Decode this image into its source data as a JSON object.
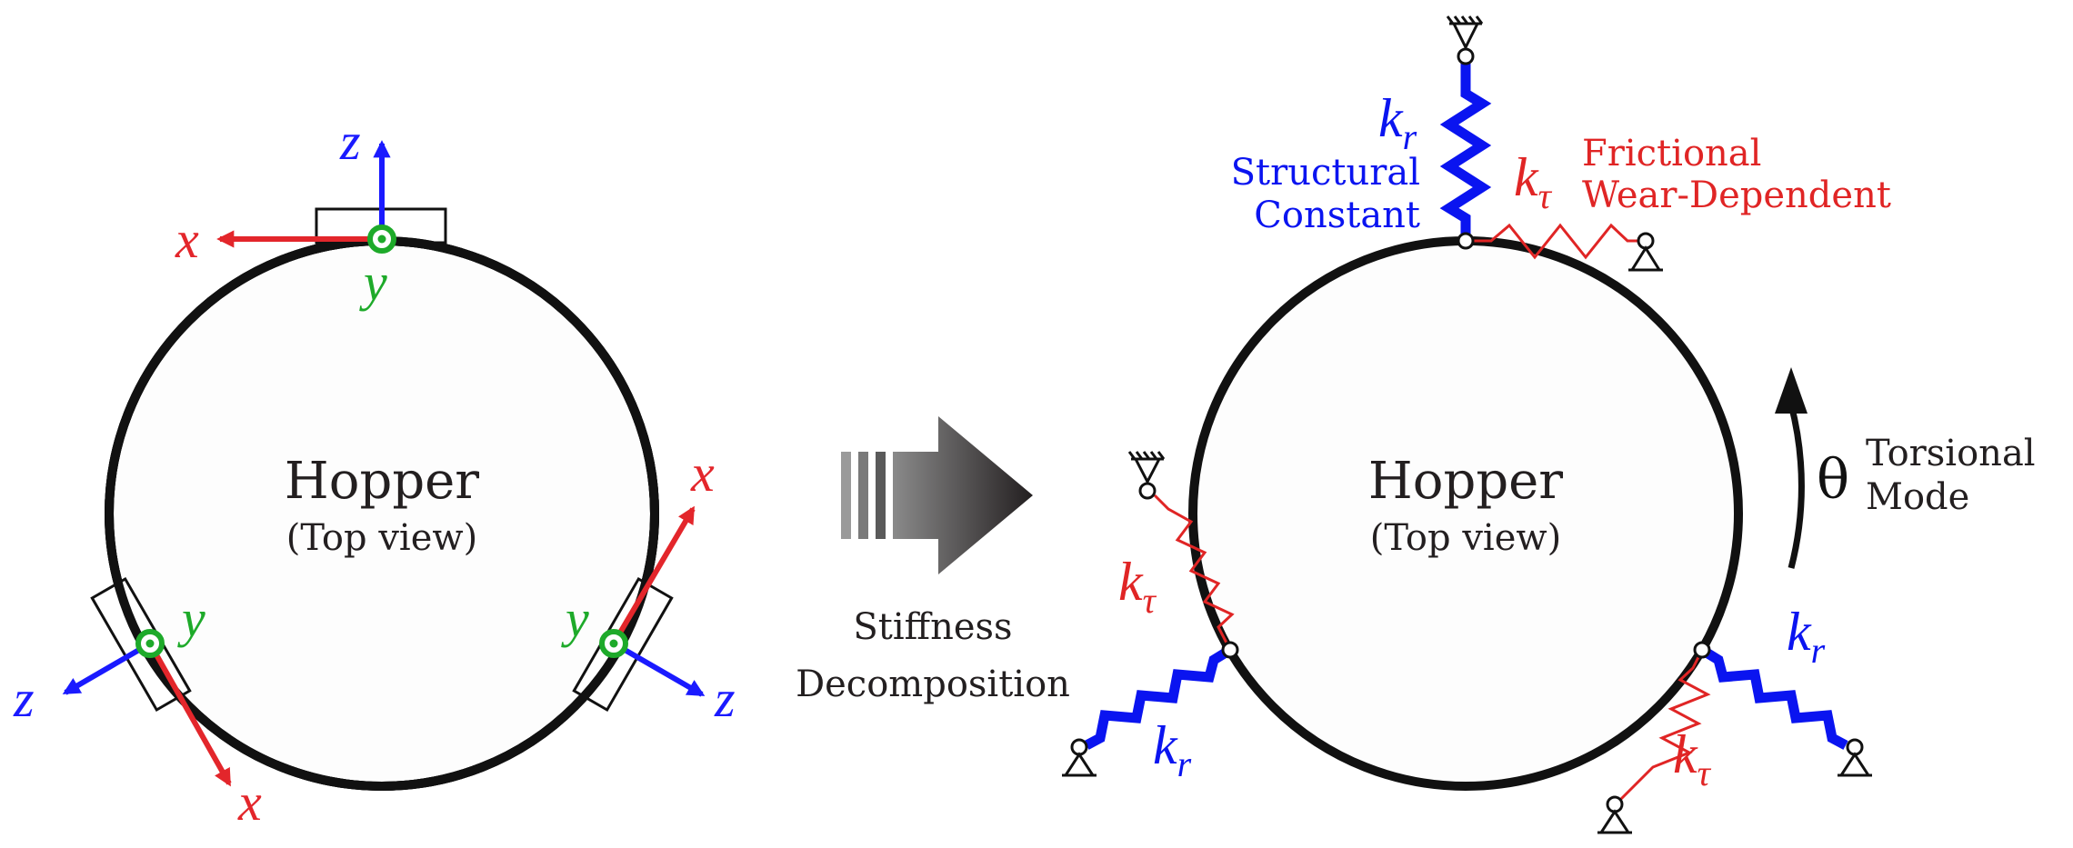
{
  "colors": {
    "structure": "#111111",
    "x_axis": "#e3262b",
    "y_axis": "#1eaa2a",
    "z_axis": "#1a1aff",
    "kr_spring": "#0a14f0",
    "ktau_spring": "#e02525",
    "text": "#231f20"
  },
  "left_panel": {
    "hopper_label": "Hopper",
    "view_label": "(Top view)",
    "axes": {
      "top": {
        "x": "x",
        "y": "y",
        "z": "z"
      },
      "bottom_left": {
        "x": "x",
        "y": "y",
        "z": "z"
      },
      "bottom_right": {
        "x": "x",
        "y": "y",
        "z": "z"
      }
    }
  },
  "transition": {
    "line1": "Stiffness",
    "line2": "Decomposition"
  },
  "right_panel": {
    "hopper_label": "Hopper",
    "view_label": "(Top view)",
    "kr_symbol": "k",
    "kr_subscript": "r",
    "ktau_symbol": "k",
    "ktau_subscript": "τ",
    "kr_desc_line1": "Structural",
    "kr_desc_line2": "Constant",
    "ktau_desc_line1": "Frictional",
    "ktau_desc_line2": "Wear-Dependent",
    "theta_symbol": "θ",
    "mode_line1": "Torsional",
    "mode_line2": "Mode"
  }
}
